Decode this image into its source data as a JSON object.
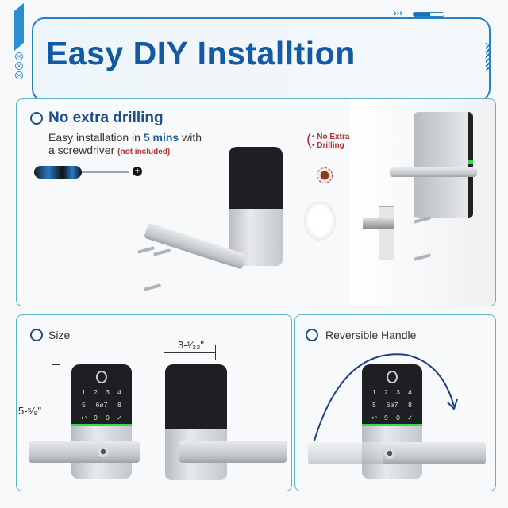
{
  "header": {
    "title": "Easy DIY Installtion"
  },
  "drilling_panel": {
    "heading": "No extra drilling",
    "line1_pre": "Easy installation in ",
    "line1_highlight": "5 mins",
    "line1_post": " with",
    "line2": "a screwdriver",
    "note": "(not included)",
    "callout_line1": "No Extra",
    "callout_line2": "Drilling"
  },
  "size_panel": {
    "heading": "Size",
    "height": "5-⁵⁄₈\"",
    "width": "3-¹⁄₃₂\""
  },
  "reversible_panel": {
    "heading": "Reversible Handle"
  },
  "keypad": {
    "keys": [
      "1",
      "2",
      "3",
      "4",
      "5",
      "6ø7",
      "",
      "8",
      "↩",
      "9",
      "0",
      "✓"
    ]
  },
  "colors": {
    "brand_blue": "#1459a3",
    "panel_border": "#5fb3c8",
    "indicator_green": "#2ee046",
    "callout_red": "#b5323a"
  }
}
